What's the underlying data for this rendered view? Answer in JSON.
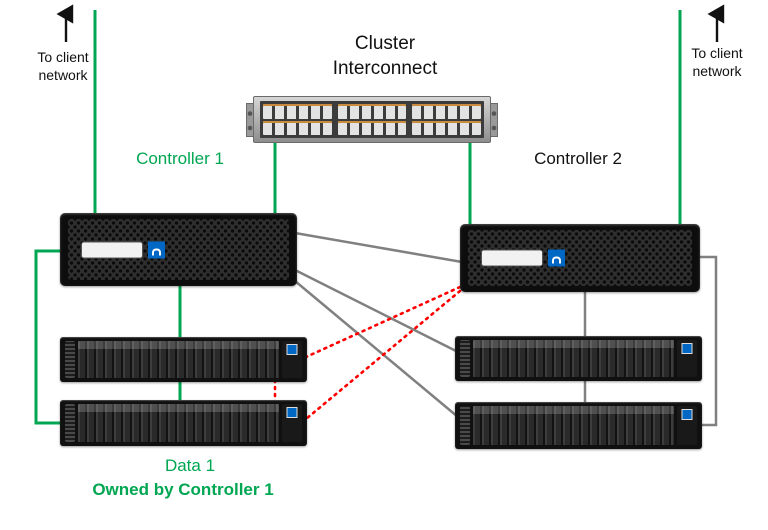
{
  "colors": {
    "green": "#00A651",
    "gray": "#808080",
    "red": "#FF0000",
    "logo_blue": "#0067C5"
  },
  "labels": {
    "client_network_left": "To client network",
    "client_network_right": "To client network",
    "cluster_interconnect": "Cluster Interconnect",
    "controller1": "Controller 1",
    "controller2": "Controller 2",
    "data1": "Data 1",
    "owned_by": "Owned by Controller 1"
  }
}
